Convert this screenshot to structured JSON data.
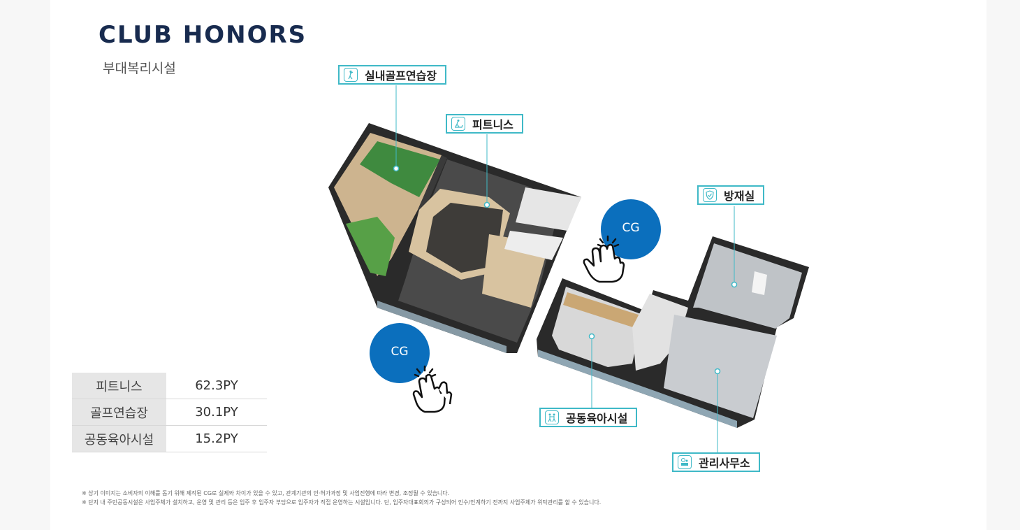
{
  "header": {
    "title": "CLUB HONORS",
    "subtitle": "부대복리시설"
  },
  "callouts": {
    "golf": {
      "label": "실내골프연습장",
      "icon": "golf-icon"
    },
    "fitness": {
      "label": "피트니스",
      "icon": "treadmill-icon"
    },
    "disaster": {
      "label": "방재실",
      "icon": "shield-icon"
    },
    "childcare": {
      "label": "공동육아시설",
      "icon": "children-icon"
    },
    "office": {
      "label": "관리사무소",
      "icon": "manager-icon"
    }
  },
  "cg_buttons": [
    {
      "label": "CG",
      "icon": "hand-pointer-icon"
    },
    {
      "label": "CG",
      "icon": "hand-pointer-icon"
    }
  ],
  "area_table": [
    {
      "name": "피트니스",
      "value": "62.3PY"
    },
    {
      "name": "골프연습장",
      "value": "30.1PY"
    },
    {
      "name": "공동육아시설",
      "value": "15.2PY"
    }
  ],
  "notes": [
    "※ 상기 이미지는 소비자의 이해를 돕기 위해 제작된 CG로 실제와 차이가 있을 수 있고, 관계기관의 인·허가과정 및 사업진행에 따라 변경, 조정될 수 있습니다.",
    "※ 단지 내 주민공동시설은 사업주체가 설치하고, 운영 및 관리 등은 입주 후 입주자 부담으로 입주자가 직접 운영하는 시설입니다. 단, 입주자대표회의가 구성되어 인수/인계하기 전까지 사업주체가 위탁관리를 할 수 있습니다."
  ],
  "colors": {
    "accent": "#3fb9c7",
    "cg": "#0b6fbd",
    "title": "#182b4f"
  }
}
